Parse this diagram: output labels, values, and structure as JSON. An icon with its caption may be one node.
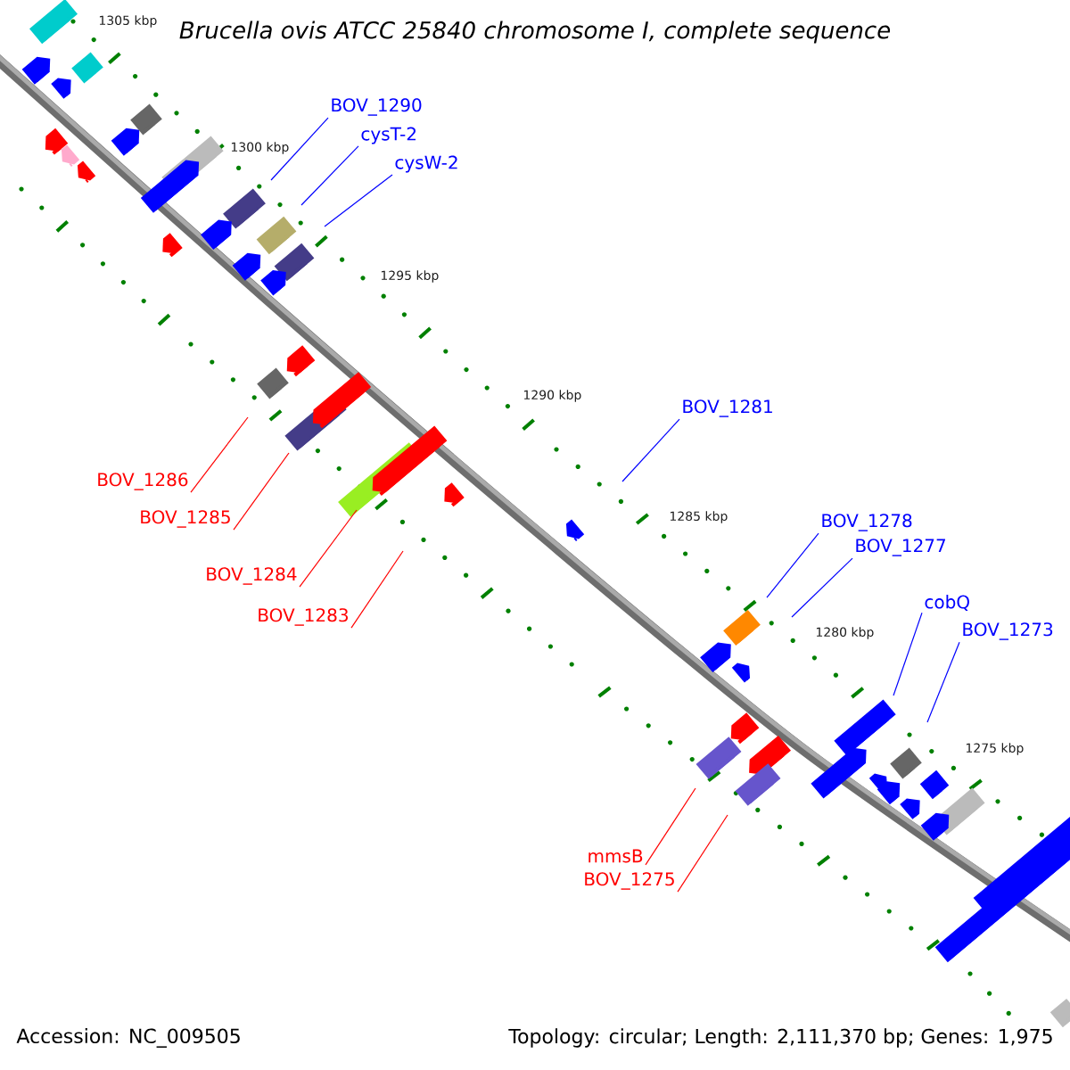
{
  "diagram": {
    "title": "Brucella ovis ATCC 25840 chromosome I, complete sequence",
    "nodes": [
      {
        "text": [
          "BOV_1290"
        ]
      },
      {
        "text": [
          "cysT-2"
        ]
      },
      {
        "text": [
          "cysW-2"
        ]
      },
      {
        "text": [
          "BOV_1281"
        ]
      },
      {
        "text": [
          "BOV_1278"
        ]
      },
      {
        "text": [
          "BOV_1277"
        ]
      },
      {
        "text": [
          "cobQ"
        ]
      },
      {
        "text": [
          "BOV_1273"
        ]
      },
      {
        "text": [
          "BOV_1286"
        ]
      },
      {
        "text": [
          "BOV_1285"
        ]
      },
      {
        "text": [
          "BOV_1284"
        ]
      },
      {
        "text": [
          "BOV_1283"
        ]
      },
      {
        "text": [
          "mmsB"
        ]
      },
      {
        "text": [
          "BOV_1275"
        ]
      }
    ],
    "edges": [
      {
        "from": 0,
        "to": null,
        "arrow": "none"
      },
      {
        "from": 1,
        "to": null,
        "arrow": "none"
      },
      {
        "from": 2,
        "to": null,
        "arrow": "none"
      },
      {
        "from": 3,
        "to": null,
        "arrow": "none"
      },
      {
        "from": 4,
        "to": null,
        "arrow": "none"
      },
      {
        "from": 5,
        "to": null,
        "arrow": "none"
      },
      {
        "from": 6,
        "to": null,
        "arrow": "none"
      },
      {
        "from": 7,
        "to": null,
        "arrow": "none"
      },
      {
        "from": 8,
        "to": null,
        "arrow": "none",
        "color": "#ff0000"
      },
      {
        "from": 9,
        "to": null,
        "arrow": "none",
        "color": "#ff0000"
      },
      {
        "from": 10,
        "to": null,
        "arrow": "none",
        "color": "#ff0000"
      },
      {
        "from": 11,
        "to": null,
        "arrow": "none",
        "color": "#ff0000"
      },
      {
        "from": 12,
        "to": null,
        "arrow": "none",
        "color": "#ff0000"
      },
      {
        "from": 13,
        "to": null,
        "arrow": "none",
        "color": "#ff0000"
      }
    ],
    "labels": [
      "1305 kbp",
      "1300 kbp",
      "1295 kbp",
      "1290 kbp",
      "1285 kbp",
      "1280 kbp",
      "1275 kbp",
      "Accession: NC_009505",
      "Topology: circular; Length: 2,111,370 bp; Genes: 1,975"
    ]
  }
}
